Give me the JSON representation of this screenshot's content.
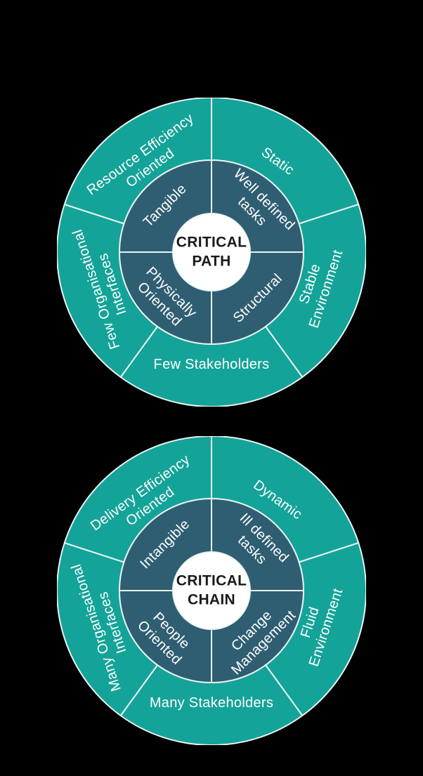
{
  "background_color": "#000000",
  "colors": {
    "outer_ring": "#14A398",
    "inner_ring": "#2F5E72",
    "divider_line": "#E8F4F3",
    "hub_fill": "#FFFFFF",
    "hub_text": "#1A1A1A",
    "ring_label_text": "#FFFFFF"
  },
  "charts": [
    {
      "name": "Critical Path",
      "center_lines": [
        "CRITICAL",
        "PATH"
      ],
      "inner_segments": [
        {
          "label_lines": [
            "Tangible",
            ""
          ]
        },
        {
          "label_lines": [
            "Well defined",
            "tasks"
          ]
        },
        {
          "label_lines": [
            "Structural",
            ""
          ]
        },
        {
          "label_lines": [
            "Physically",
            "Oriented"
          ]
        }
      ],
      "outer_segments": [
        {
          "label_lines": [
            "Resource Efficiency",
            "Oriented"
          ]
        },
        {
          "label_lines": [
            "Static",
            ""
          ]
        },
        {
          "label_lines": [
            "Stable",
            "Environment"
          ]
        },
        {
          "label_lines": [
            "Few Stakeholders",
            ""
          ]
        },
        {
          "label_lines": [
            "Few Organisational",
            "Interfaces"
          ]
        }
      ]
    },
    {
      "name": "Critical Chain",
      "center_lines": [
        "CRITICAL",
        "CHAIN"
      ],
      "inner_segments": [
        {
          "label_lines": [
            "Intangible",
            ""
          ]
        },
        {
          "label_lines": [
            "Ill defined",
            "tasks"
          ]
        },
        {
          "label_lines": [
            "Change",
            "Management"
          ]
        },
        {
          "label_lines": [
            "People",
            "Oriented"
          ]
        }
      ],
      "outer_segments": [
        {
          "label_lines": [
            "Delivery Efficiency",
            "Oriented"
          ]
        },
        {
          "label_lines": [
            "Dynamic",
            ""
          ]
        },
        {
          "label_lines": [
            "Fluid",
            "Environment"
          ]
        },
        {
          "label_lines": [
            "Many Stakeholders",
            ""
          ]
        },
        {
          "label_lines": [
            "Many Organisational",
            "Interfaces"
          ]
        }
      ]
    }
  ]
}
